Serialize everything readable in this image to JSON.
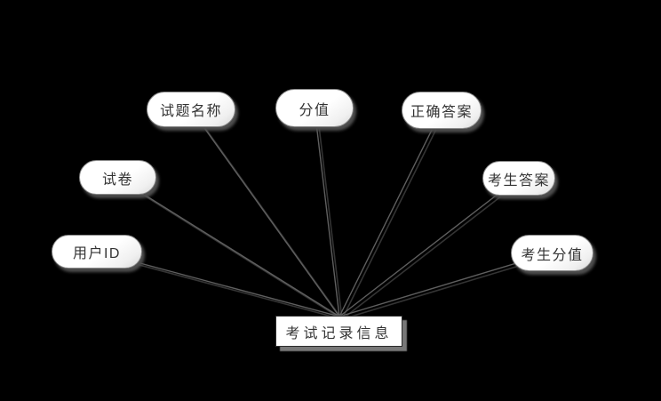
{
  "diagram": {
    "type": "er-attribute-diagram",
    "center_entity": {
      "label": "考试记录信息"
    },
    "attributes": [
      {
        "id": "question-name",
        "label": "试题名称"
      },
      {
        "id": "score",
        "label": "分值"
      },
      {
        "id": "correct-answer",
        "label": "正确答案"
      },
      {
        "id": "exam-paper",
        "label": "试卷"
      },
      {
        "id": "examinee-answer",
        "label": "考生答案"
      },
      {
        "id": "user-id",
        "label": "用户ID"
      },
      {
        "id": "examinee-score",
        "label": "考生分值"
      }
    ],
    "colors": {
      "background": "#000000",
      "node_fill": "#ffffff",
      "node_border": "#8a8a8a",
      "node_text": "#333333",
      "connector_line": "#5f5f5f",
      "connector_shadow": "#343434",
      "node_shadow": "#4e4e4e",
      "rect_shadow": "#787878"
    }
  }
}
